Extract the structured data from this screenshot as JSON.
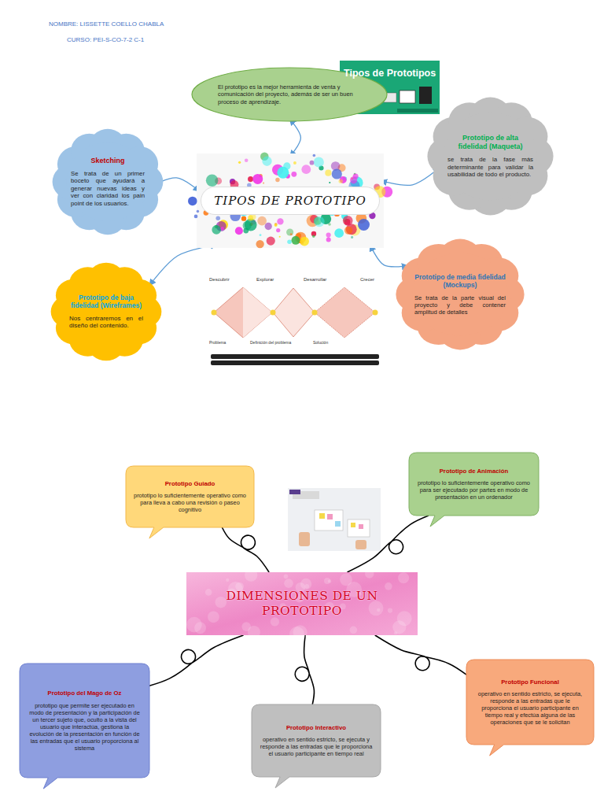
{
  "diagram": {
    "nodes": [
      {
        "text": [
          "El prototipo es la mejor herramienta de venta y comunicación del proyecto, además de ser un buen proceso de aprendizaje."
        ]
      },
      {
        "text": [
          "Sketching",
          "Se trata de un primer boceto que ayudará a generar nuevas ideas y ver con claridad los pain point de los usuarios."
        ]
      },
      {
        "text": [
          "TIPOS DE PROTOTIPO"
        ]
      },
      {
        "text": [
          "Prototipo de alta fidelidad (Maqueta)",
          "se trata de la fase más determinante para validar la usabilidad de todo el producto."
        ]
      },
      {
        "text": [
          "Prototipo de baja fidelidad (Wireframes)",
          "Nos centraremos en el diseño del contenido."
        ]
      },
      {
        "text": [
          "Prototipo de media fidelidad (Mockups)",
          "Se trata de la parte visual del proyecto y debe contener amplitud de detalles"
        ]
      },
      {
        "text": [
          "Prototipo Guiado",
          "prototipo lo suficientemente operativo como para lleva a cabo una revisión o paseo cognitivo"
        ]
      },
      {
        "text": [
          "Prototipo de Animación",
          "prototipo lo suficientemente operativo como para ser ejecutado por partes en modo de presentación en un ordenador"
        ]
      },
      {
        "text": [
          "DIMENSIONES DE UN PROTOTIPO"
        ]
      },
      {
        "text": [
          "Prototipo del Mago de Oz",
          "prototipo que permite ser ejecutado en modo de presentación y la participación de un tercer sujeto que, oculto a la vista del usuario que interactúa, gestiona la evolución de la presentación en función de las entradas que el usuario proporciona al sistema"
        ]
      },
      {
        "text": [
          "Prototipo Interactivo",
          "operativo en sentido estricto, se ejecuta y responde a las entradas que le proporciona el usuario participante en tiempo real"
        ]
      },
      {
        "text": [
          "Prototipo Funcional",
          "operativo en sentido estricto, se ejecuta, responde a las entradas que le proporciona el usuario participante en tiempo real y efectúa alguna de las operaciones que se le solicitan"
        ]
      }
    ],
    "edges": [
      {
        "from": 2,
        "to": 0,
        "arrow": "both"
      },
      {
        "from": 2,
        "to": 1,
        "arrow": "both"
      },
      {
        "from": 2,
        "to": 3,
        "arrow": "both"
      },
      {
        "from": 2,
        "to": 4,
        "arrow": "both"
      },
      {
        "from": 2,
        "to": 5,
        "arrow": "both"
      },
      {
        "from": 8,
        "to": 6,
        "arrow": "none"
      },
      {
        "from": 8,
        "to": 7,
        "arrow": "none"
      },
      {
        "from": 8,
        "to": 9,
        "arrow": "none"
      },
      {
        "from": 8,
        "to": 10,
        "arrow": "none"
      },
      {
        "from": 8,
        "to": 11,
        "arrow": "none"
      }
    ],
    "labels": [
      "NOMBRE: LISSETTE COELLO CHABLA",
      "CURSO: PEI-S-CO-7-2 C-1",
      "Tipos de Prototipos",
      "Descubrir",
      "Explorar",
      "Desarrollar",
      "Crecer",
      "Problema",
      "Definición del problema",
      "Solución"
    ]
  }
}
